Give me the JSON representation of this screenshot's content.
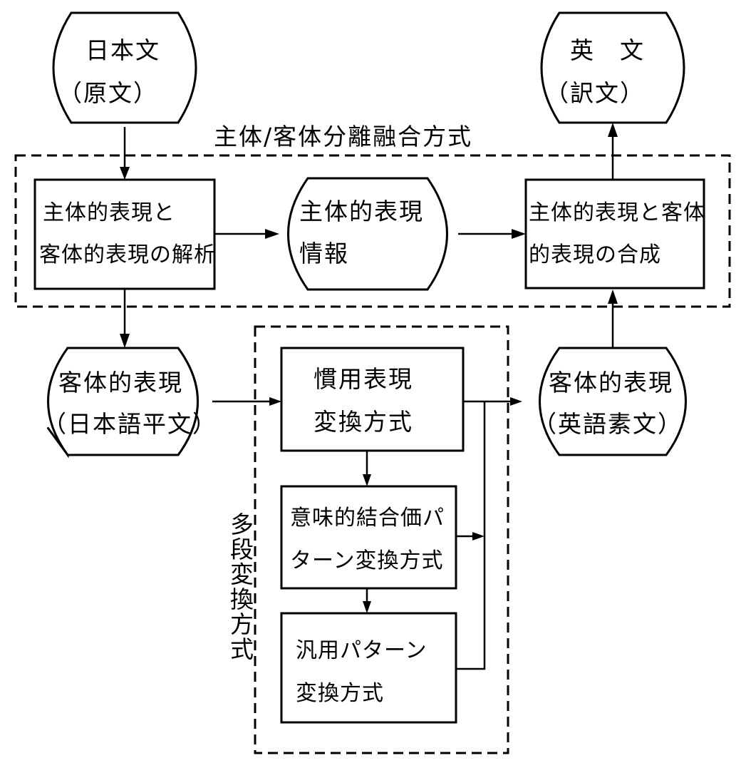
{
  "title": "主体/客体分離融合方式",
  "group_label": "多段変換方式",
  "nodes": {
    "source": {
      "line1": "日本文",
      "line2": "（原文）"
    },
    "target": {
      "line1": "英　文",
      "line2": "（訳文）"
    },
    "analysis": {
      "line1": "主体的表現と",
      "line2": "客体的表現の解析"
    },
    "subjective_info": {
      "line1": "主体的表現",
      "line2": "情報"
    },
    "synthesis": {
      "line1": "主体的表現と客体",
      "line2": "的表現の合成"
    },
    "objective_ja": {
      "line1": "客体的表現",
      "line2": "（日本語平文）"
    },
    "idiom": {
      "line1": "慣用表現",
      "line2": "変換方式"
    },
    "semantic": {
      "line1": "意味的結合価パ",
      "line2": "ターン変換方式"
    },
    "generic": {
      "line1": "汎用パターン",
      "line2": "変換方式"
    },
    "objective_en": {
      "line1": "客体的表現",
      "line2": "（英語素文）"
    }
  }
}
